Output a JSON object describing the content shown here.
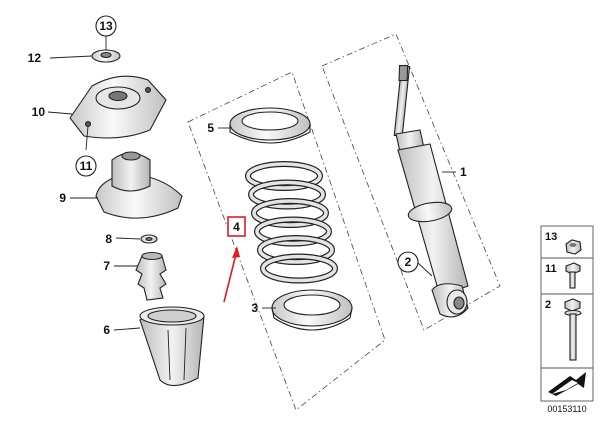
{
  "callouts": {
    "c1": "1",
    "c2": "2",
    "c3": "3",
    "c4": "4",
    "c5": "5",
    "c6": "6",
    "c7": "7",
    "c8": "8",
    "c9": "9",
    "c10": "10",
    "c11": "11",
    "c12": "12",
    "c13": "13"
  },
  "legend": {
    "r13": "13",
    "r11": "11",
    "r2": "2"
  },
  "diagram_code": "00153110",
  "colors": {
    "highlight": "#e31b23",
    "line": "#222222",
    "shade": "#d8d8d8"
  }
}
